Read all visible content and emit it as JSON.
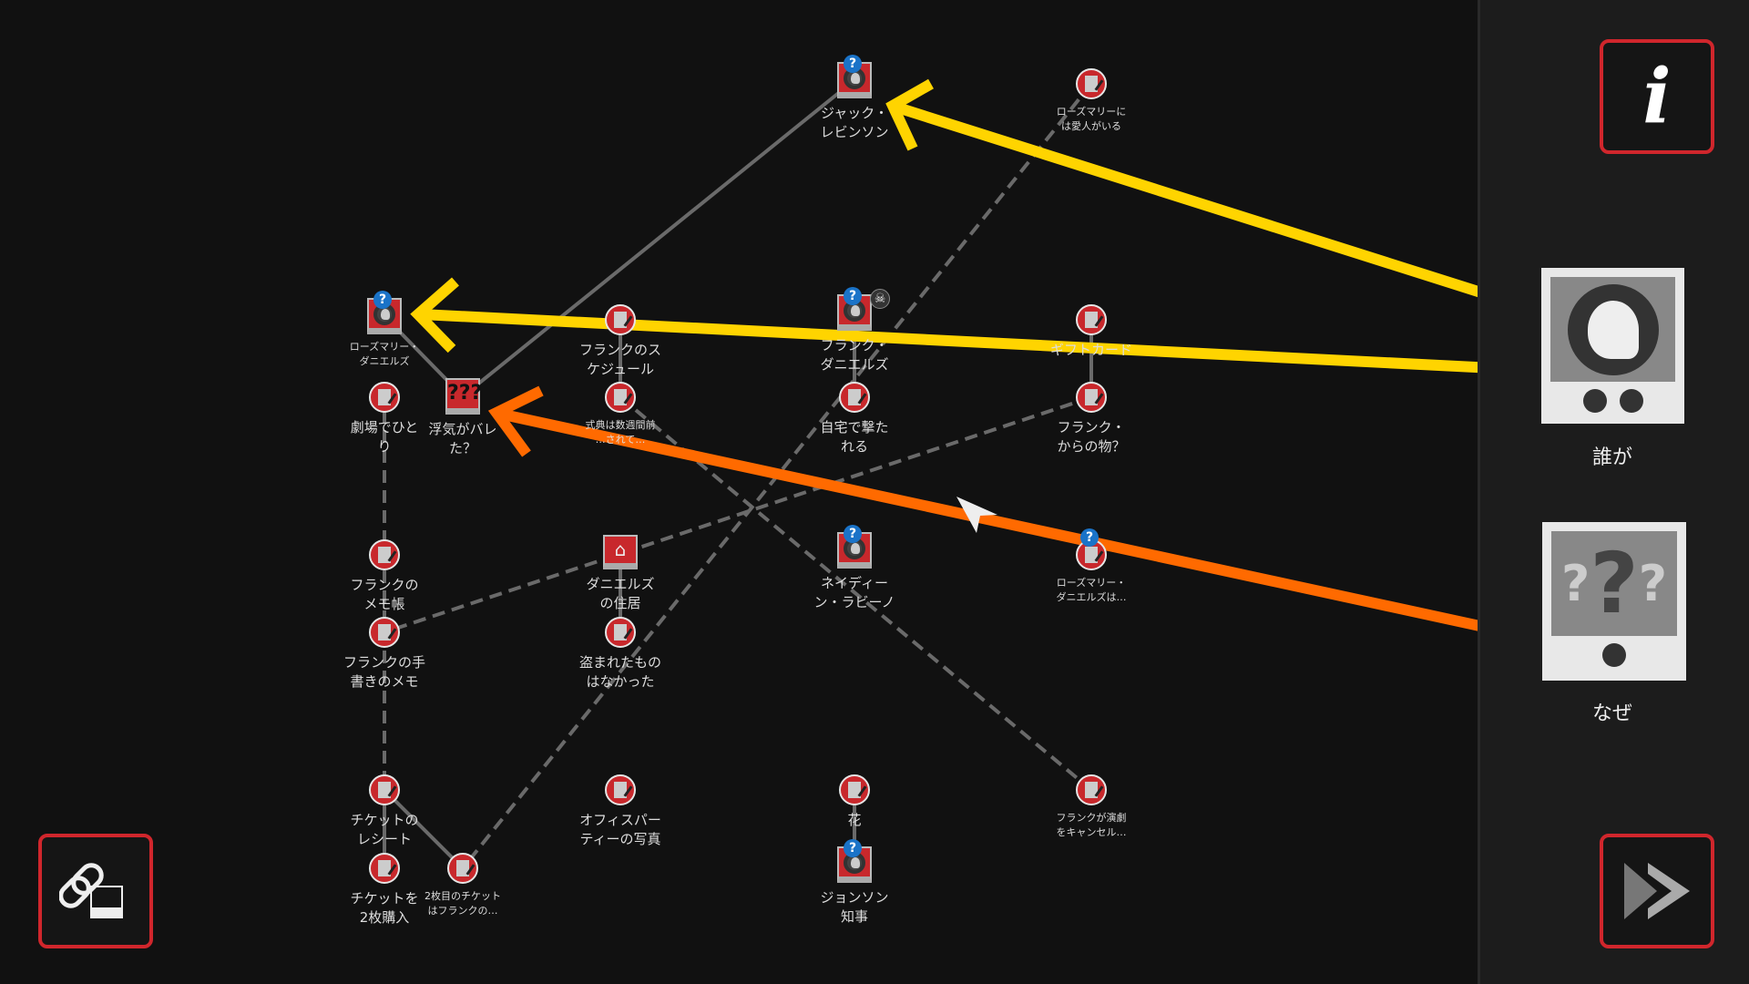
{
  "nodes": {
    "jack": "ジャック・\nレビンソン",
    "rosemary_lover": "ローズマリーに\nは愛人がいる",
    "rosemary": "ローズマリー・\nダニエルズ",
    "frank_schedule": "フランクのス\nケジュール",
    "frank": "フランク・\nダニエルズ",
    "gift_card": "ギフトカード",
    "alone_theater": "劇場でひと\nり",
    "affair": "浮気がバレ\nた？",
    "ceremony": "式典は数週間前\n…されて…",
    "shot_home": "自宅で撃た\nれる",
    "from_frank": "フランク・\nからの物？",
    "frank_memo": "フランクの\nメモ帳",
    "residence": "ダニエルズ\nの住居",
    "nadine": "ネイディー\nン・ラビーノ",
    "rosemary_is": "ローズマリー・\nダニエルズは…",
    "handwritten": "フランクの手\n書きのメモ",
    "nothing_stolen": "盗まれたもの\nはなかった",
    "ticket_receipt": "チケットの\nレシート",
    "office_photo": "オフィスパー\nティーの写真",
    "flowers": "花",
    "frank_cancel": "フランクが演劇\nをキャンセル…",
    "two_tickets": "チケットを\n2枚購入",
    "second_ticket": "2枚目のチケット\nはフランクの…",
    "johnson": "ジョンソン\n知事"
  },
  "panel": {
    "who_label": "誰が",
    "why_label": "なぜ",
    "info_icon": "i"
  },
  "colors": {
    "arrow_yellow": "#ffd400",
    "arrow_orange": "#ff6a00",
    "node_red": "#c8282c",
    "button_border": "#d0262c"
  }
}
